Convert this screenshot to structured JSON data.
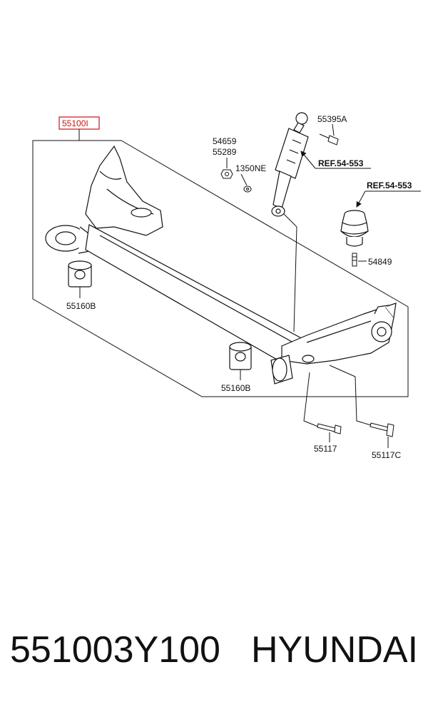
{
  "diagram": {
    "highlighted_part": "55100I",
    "labels": {
      "shock_nut": "55395A",
      "shock_bolt_a": "54659",
      "shock_bolt_b": "55289",
      "washer": "1350NE",
      "ref_shock": "REF.54-553",
      "ref_bumper": "REF.54-553",
      "bumper_bolt": "54849",
      "bushing_left": "55160B",
      "bushing_right": "55160B",
      "bolt_front": "55117",
      "bolt_rear": "55117C"
    },
    "highlight_color": "#d01010"
  },
  "caption": {
    "part_number": "551003Y100",
    "brand": "HYUNDAI"
  }
}
